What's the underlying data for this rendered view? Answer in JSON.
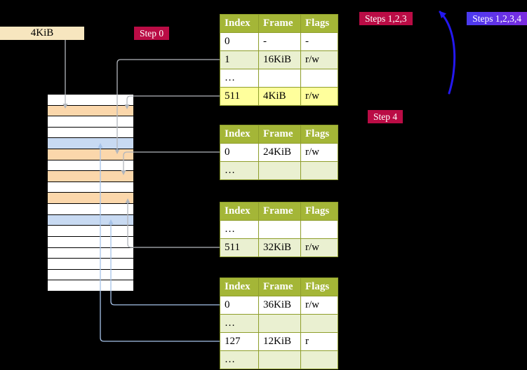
{
  "colors": {
    "table_header_bg": "#a4b637",
    "table_border": "#8e9e2b",
    "row_green": "#eaf0d1",
    "highlight_yellow": "#ffff9c",
    "frame_peach": "#fbd7ab",
    "frame_blue": "#c8daf2",
    "box_beige": "#f7e6bf",
    "badge_red": "#ba0c45",
    "badge_blue_start": "#4a3bef",
    "badge_blue_end": "#7b2be0",
    "arrow_gray": "#b2b6bc",
    "arrow_light_blue": "#a6c3e9",
    "arrow_blue": "#2418ef"
  },
  "root_pointer": {
    "label": "4KiB"
  },
  "badges": {
    "step0": "Step 0",
    "steps123": "Steps 1,2,3",
    "steps1234": "Steps 1,2,3,4",
    "step4": "Step 4"
  },
  "table_headers": [
    "Index",
    "Frame",
    "Flags"
  ],
  "page_tables": [
    {
      "name": "1",
      "rows": [
        {
          "cells": [
            "0",
            "-",
            "-"
          ]
        },
        {
          "cells": [
            "1",
            "16KiB",
            "r/w"
          ]
        },
        {
          "cells": [
            "…",
            "",
            ""
          ]
        },
        {
          "cells": [
            "511",
            "4KiB",
            "r/w"
          ],
          "highlight": true
        }
      ]
    },
    {
      "name": "2",
      "rows": [
        {
          "cells": [
            "0",
            "24KiB",
            "r/w"
          ]
        },
        {
          "cells": [
            "…",
            "",
            ""
          ]
        }
      ]
    },
    {
      "name": "3",
      "rows": [
        {
          "cells": [
            "…",
            "",
            ""
          ]
        },
        {
          "cells": [
            "511",
            "32KiB",
            "r/w"
          ]
        }
      ]
    },
    {
      "name": "4",
      "rows": [
        {
          "cells": [
            "0",
            "36KiB",
            "r/w"
          ]
        },
        {
          "cells": [
            "…",
            "",
            ""
          ]
        },
        {
          "cells": [
            "127",
            "12KiB",
            "r"
          ]
        },
        {
          "cells": [
            "…",
            "",
            ""
          ]
        }
      ]
    }
  ],
  "memory_column": {
    "rows": [
      "white",
      "peach",
      "white",
      "white",
      "blue",
      "peach",
      "white",
      "peach",
      "white",
      "peach",
      "white",
      "blue",
      "white",
      "white",
      "white",
      "white",
      "white",
      "white"
    ]
  }
}
